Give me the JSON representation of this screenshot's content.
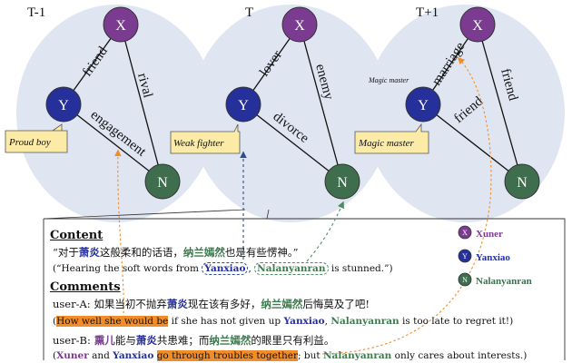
{
  "time_labels": {
    "t_minus_1": "T-1",
    "t": "T",
    "t_plus_1": "T+1"
  },
  "nodes": {
    "x": "X",
    "y": "Y",
    "n": "N"
  },
  "edges": {
    "t_minus_1": {
      "xy": "friend",
      "xn": "rival",
      "yn": "engagement"
    },
    "t": {
      "xy": "lover",
      "xn": "enemy",
      "yn": "divorce"
    },
    "t_plus_1": {
      "xy": "marriage",
      "xn": "friend",
      "yn": "friend"
    }
  },
  "callouts": {
    "t_minus_1": "Proud boy",
    "t": "Weak fighter",
    "t_plus_1": "Magic master",
    "t_plus_1_small": "Magic master"
  },
  "colors": {
    "x_node": "#7a3b90",
    "y_node": "#26309a",
    "n_node": "#3f6e4e",
    "ellipse": "#dfe6f2",
    "callout": "#fbeba6",
    "highlight": "#f28c28"
  },
  "panel": {
    "content_heading": "Content",
    "quote_cn_a": "“对于",
    "quote_cn_name1": "萧炎",
    "quote_cn_b": "这般柔和的话语，",
    "quote_cn_name2": "纳兰嫣然",
    "quote_cn_c": "也是有些愣神。”",
    "quote_en_a": "(“Hearing the soft words from ",
    "quote_en_name1": "Yanxiao",
    "quote_en_sep": ", ",
    "quote_en_name2": "Nalanyanran",
    "quote_en_b": " is stunned.”)",
    "comments_heading": "Comments",
    "user_a_label": "user-A:",
    "user_a_cn_a": " 如果当初不抛弃",
    "user_a_cn_name1": "萧炎",
    "user_a_cn_b": "现在该有多好，",
    "user_a_cn_name2": "纳兰嫣然",
    "user_a_cn_c": "后悔莫及了吧!",
    "user_a_en_open": "(",
    "user_a_en_hl": "How well she would be",
    "user_a_en_a": " if she has not given up ",
    "user_a_en_name1": "Yanxiao",
    "user_a_en_sep": ", ",
    "user_a_en_name2": "Nalanyanran",
    "user_a_en_b": " is too late to regret it!)",
    "user_b_label": "user-B:",
    "user_b_cn_name1": " 熏儿",
    "user_b_cn_a": "能与",
    "user_b_cn_name2": "萧炎",
    "user_b_cn_b": "共患难；而",
    "user_b_cn_name3": "纳兰嫣然",
    "user_b_cn_c": "的眼里只有利益。",
    "user_b_en_open": "(",
    "user_b_en_name1": "Xuner",
    "user_b_en_a": " and ",
    "user_b_en_name2": "Yanxiao",
    "user_b_en_sp": " ",
    "user_b_en_hl": "go through troubles together",
    "user_b_en_b": "; but ",
    "user_b_en_name3": "Nalanyanran",
    "user_b_en_c": " only cares about interests.)"
  },
  "legend": {
    "x_label": "Xuner",
    "y_label": "Yanxiao",
    "n_label": "Nalanyanran"
  }
}
